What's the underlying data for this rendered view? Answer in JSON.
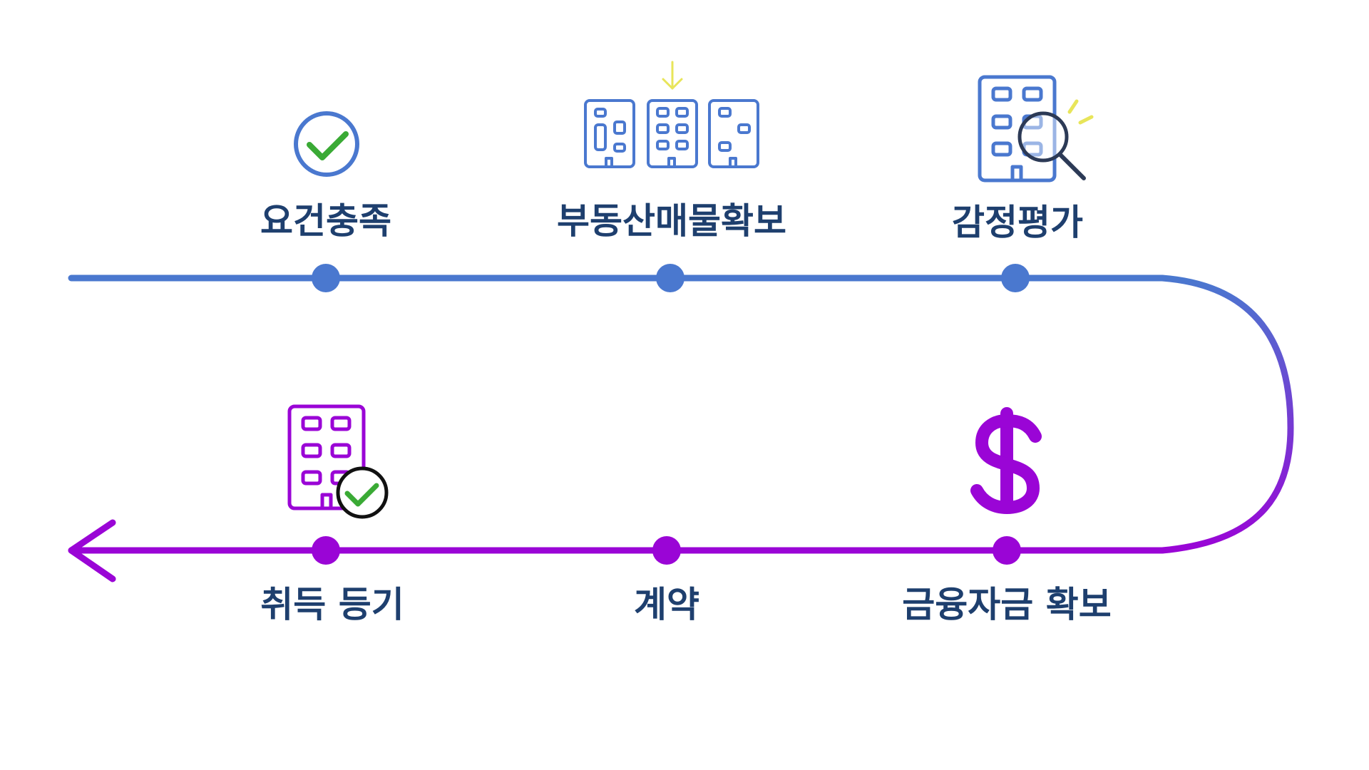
{
  "colors": {
    "blue": "#4a78cf",
    "purple": "#9a05d6",
    "text": "#1e3f6e",
    "check_green": "#3aaa35",
    "highlight_yellow": "#e8e55a",
    "dark_outline": "#2c3a56"
  },
  "steps": {
    "requirements": {
      "label": "요건충족",
      "icon": "check-circle-icon"
    },
    "property": {
      "label": "부동산매물확보",
      "icon": "buildings-icon"
    },
    "appraisal": {
      "label": "감정평가",
      "icon": "building-magnifier-icon"
    },
    "financing": {
      "label": "금융자금 확보",
      "icon": "dollar-icon"
    },
    "contract": {
      "label": "계약"
    },
    "registration": {
      "label": "취득 등기",
      "icon": "building-check-icon"
    }
  }
}
